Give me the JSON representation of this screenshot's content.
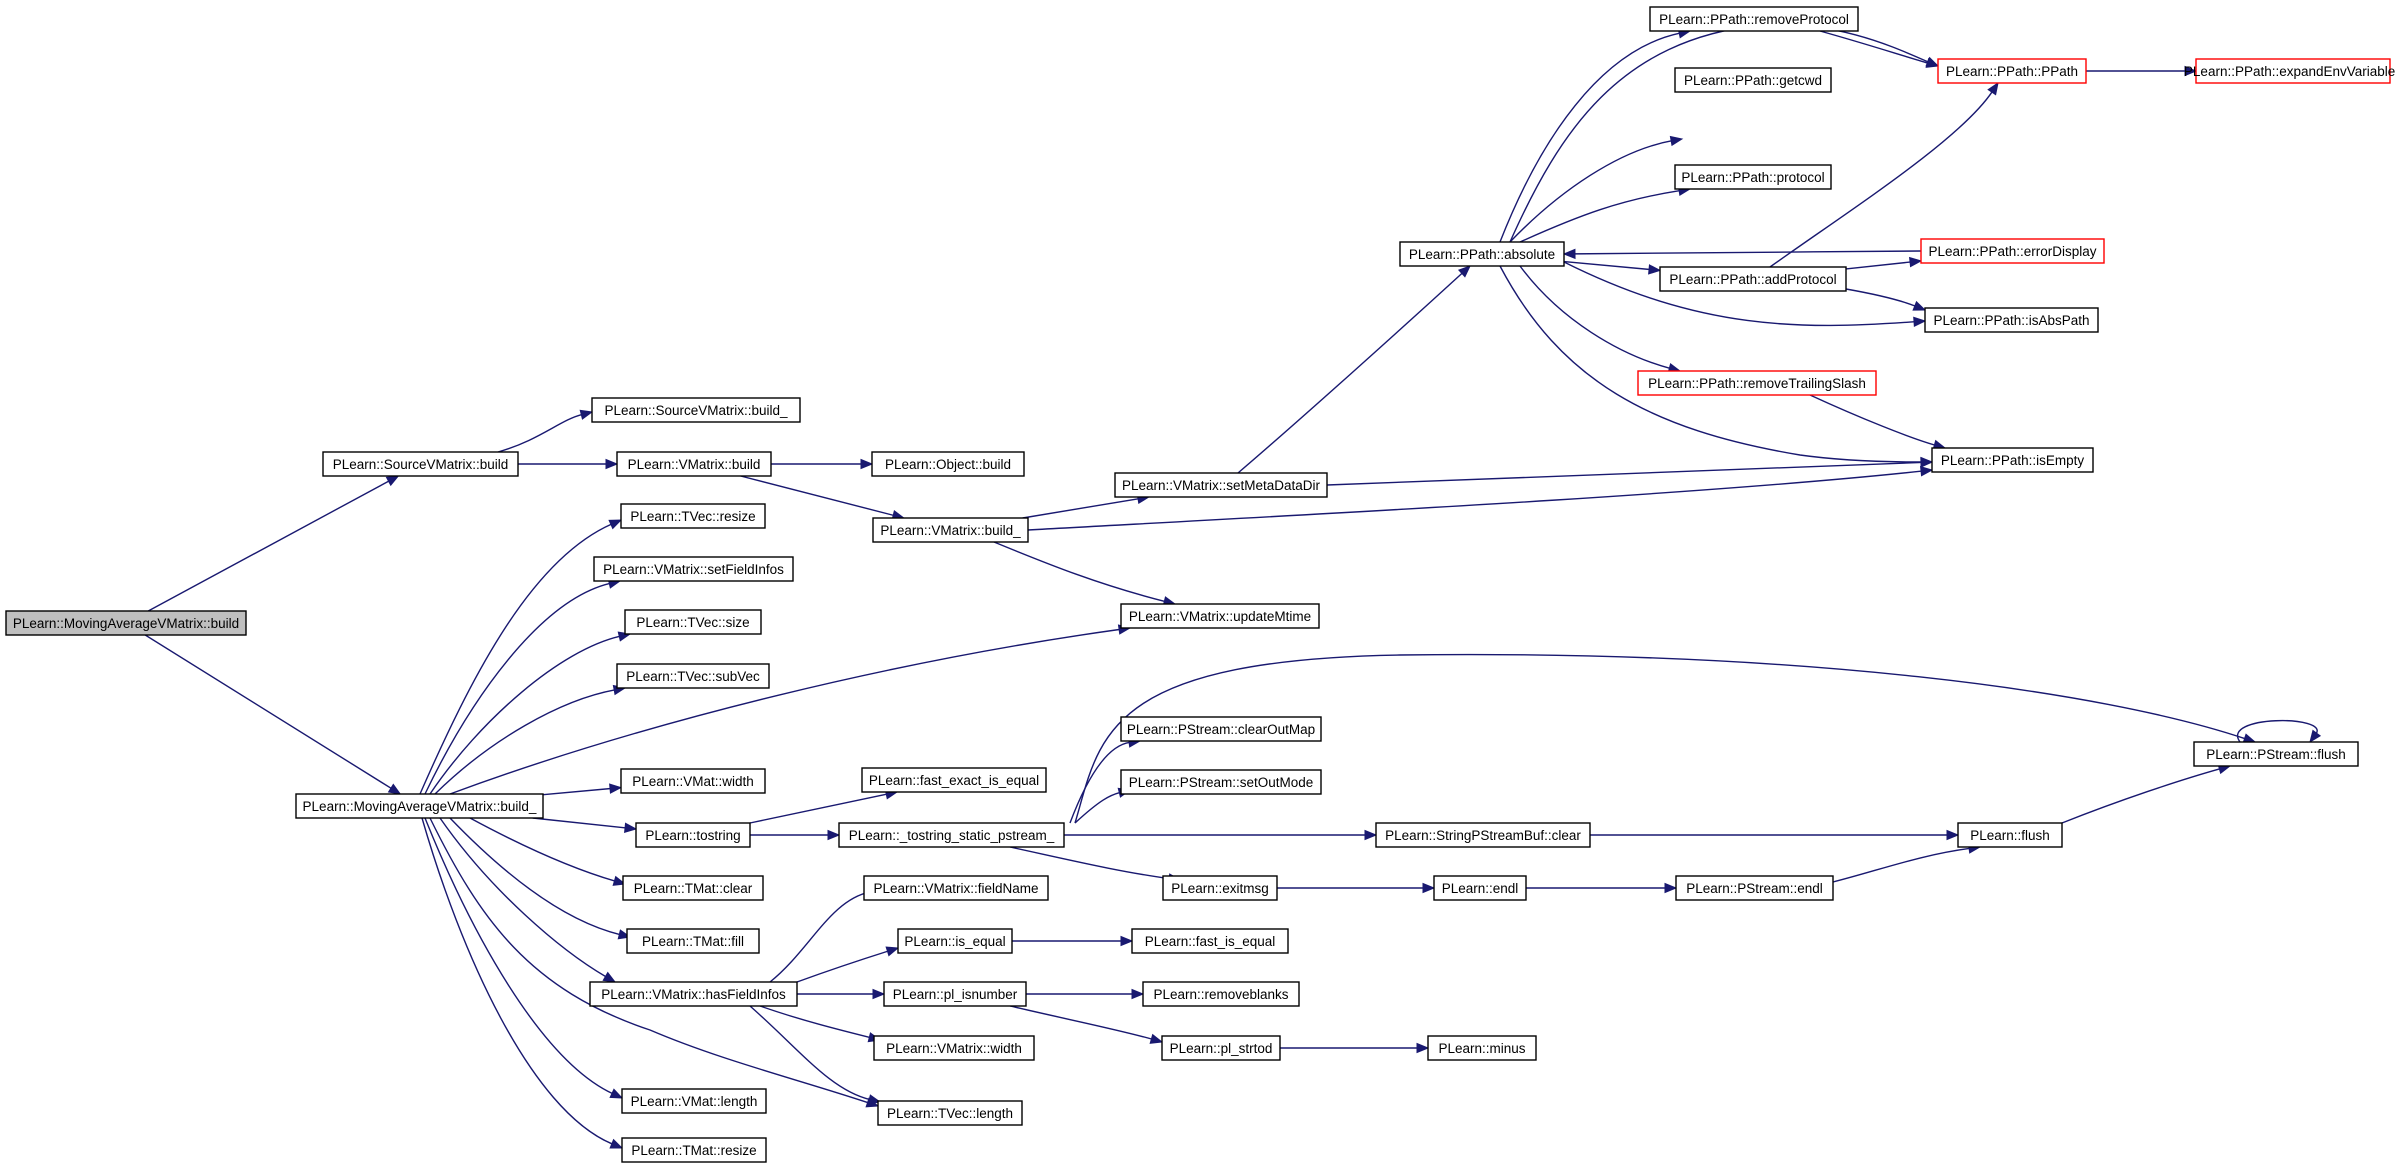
{
  "colors": {
    "edge": "#191970",
    "node_border": "#000000",
    "truncated_node_border": "#ff0000",
    "root_fill": "#bfbfbf",
    "node_fill": "#ffffff"
  },
  "nodes": {
    "mavm_build": "PLearn::MovingAverageVMatrix::build",
    "svm_build": "PLearn::SourceVMatrix::build",
    "svm_build_": "PLearn::SourceVMatrix::build_",
    "vm_build": "PLearn::VMatrix::build",
    "obj_build": "PLearn::Object::build",
    "vm_build_": "PLearn::VMatrix::build_",
    "vm_setmeta": "PLearn::VMatrix::setMetaDataDir",
    "vm_update": "PLearn::VMatrix::updateMtime",
    "pp_absolute": "PLearn::PPath::absolute",
    "pp_removeproto": "PLearn::PPath::removeProtocol",
    "pp_ppath": "PLearn::PPath::PPath",
    "pp_expand": "PLearn::PPath::expandEnvVariables",
    "pp_getcwd": "PLearn::PPath::getcwd",
    "pp_protocol": "PLearn::PPath::protocol",
    "pp_errdisplay": "PLearn::PPath::errorDisplay",
    "pp_addproto": "PLearn::PPath::addProtocol",
    "pp_isabs": "PLearn::PPath::isAbsPath",
    "pp_removetrail": "PLearn::PPath::removeTrailingSlash",
    "pp_isempty": "PLearn::PPath::isEmpty",
    "mavm_build_": "PLearn::MovingAverageVMatrix::build_",
    "tvec_resize": "PLearn::TVec::resize",
    "vm_setfield": "PLearn::VMatrix::setFieldInfos",
    "tvec_size": "PLearn::TVec::size",
    "tvec_subvec": "PLearn::TVec::subVec",
    "vmat_width": "PLearn::VMat::width",
    "tostring": "PLearn::tostring",
    "fast_exact": "PLearn::fast_exact_is_equal",
    "tostring_static": "PLearn::_tostring_static_pstream_",
    "ps_clearout": "PLearn::PStream::clearOutMap",
    "ps_setout": "PLearn::PStream::setOutMode",
    "spsb_clear": "PLearn::StringPStreamBuf::clear",
    "ps_flush": "PLearn::PStream::flush",
    "flush": "PLearn::flush",
    "exitmsg": "PLearn::exitmsg",
    "endl": "PLearn::endl",
    "ps_endl": "PLearn::PStream::endl",
    "tmat_clear": "PLearn::TMat::clear",
    "tmat_fill": "PLearn::TMat::fill",
    "vm_fieldname": "PLearn::VMatrix::fieldName",
    "is_equal": "PLearn::is_equal",
    "fast_is_equal": "PLearn::fast_is_equal",
    "vm_hasfield": "PLearn::VMatrix::hasFieldInfos",
    "pl_isnumber": "PLearn::pl_isnumber",
    "removeblanks": "PLearn::removeblanks",
    "vm_width": "PLearn::VMatrix::width",
    "pl_strtod": "PLearn::pl_strtod",
    "minus": "PLearn::minus",
    "vmat_length": "PLearn::VMat::length",
    "tvec_length": "PLearn::TVec::length",
    "tmat_resize": "PLearn::TMat::resize"
  },
  "highlighted_node": "mavm_build",
  "truncated_nodes": [
    "pp_ppath",
    "pp_expand",
    "pp_errdisplay",
    "pp_removetrail"
  ],
  "edges": [
    [
      "mavm_build",
      "svm_build"
    ],
    [
      "mavm_build",
      "mavm_build_"
    ],
    [
      "svm_build",
      "svm_build_"
    ],
    [
      "svm_build",
      "vm_build"
    ],
    [
      "vm_build",
      "obj_build"
    ],
    [
      "vm_build",
      "vm_build_"
    ],
    [
      "vm_build_",
      "vm_setmeta"
    ],
    [
      "vm_build_",
      "pp_isempty"
    ],
    [
      "vm_build_",
      "vm_update"
    ],
    [
      "vm_setmeta",
      "pp_absolute"
    ],
    [
      "vm_setmeta",
      "pp_isempty"
    ],
    [
      "pp_absolute",
      "pp_removeproto"
    ],
    [
      "pp_absolute",
      "pp_ppath"
    ],
    [
      "pp_absolute",
      "pp_getcwd"
    ],
    [
      "pp_absolute",
      "pp_protocol"
    ],
    [
      "pp_absolute",
      "pp_addproto"
    ],
    [
      "pp_absolute",
      "pp_isabs"
    ],
    [
      "pp_absolute",
      "pp_removetrail"
    ],
    [
      "pp_absolute",
      "pp_isempty"
    ],
    [
      "pp_removeproto",
      "pp_ppath"
    ],
    [
      "pp_ppath",
      "pp_expand"
    ],
    [
      "pp_addproto",
      "pp_ppath"
    ],
    [
      "pp_addproto",
      "pp_errdisplay"
    ],
    [
      "pp_addproto",
      "pp_isabs"
    ],
    [
      "pp_errdisplay",
      "pp_absolute"
    ],
    [
      "pp_removetrail",
      "pp_isempty"
    ],
    [
      "mavm_build_",
      "tvec_resize"
    ],
    [
      "mavm_build_",
      "vm_setfield"
    ],
    [
      "mavm_build_",
      "tvec_size"
    ],
    [
      "mavm_build_",
      "tvec_subvec"
    ],
    [
      "mavm_build_",
      "vm_update"
    ],
    [
      "mavm_build_",
      "vmat_width"
    ],
    [
      "mavm_build_",
      "tostring"
    ],
    [
      "mavm_build_",
      "tmat_clear"
    ],
    [
      "mavm_build_",
      "tmat_fill"
    ],
    [
      "mavm_build_",
      "vm_hasfield"
    ],
    [
      "mavm_build_",
      "tvec_length"
    ],
    [
      "mavm_build_",
      "vmat_length"
    ],
    [
      "mavm_build_",
      "tmat_resize"
    ],
    [
      "tostring",
      "fast_exact"
    ],
    [
      "tostring",
      "tostring_static"
    ],
    [
      "tostring_static",
      "ps_clearout"
    ],
    [
      "tostring_static",
      "ps_setout"
    ],
    [
      "tostring_static",
      "spsb_clear"
    ],
    [
      "tostring_static",
      "ps_flush"
    ],
    [
      "tostring_static",
      "exitmsg"
    ],
    [
      "spsb_clear",
      "flush"
    ],
    [
      "flush",
      "ps_flush"
    ],
    [
      "ps_flush",
      "ps_flush"
    ],
    [
      "exitmsg",
      "endl"
    ],
    [
      "endl",
      "ps_endl"
    ],
    [
      "ps_endl",
      "flush"
    ],
    [
      "vm_hasfield",
      "vm_fieldname"
    ],
    [
      "vm_hasfield",
      "is_equal"
    ],
    [
      "vm_hasfield",
      "pl_isnumber"
    ],
    [
      "vm_hasfield",
      "vm_width"
    ],
    [
      "vm_hasfield",
      "tvec_length"
    ],
    [
      "is_equal",
      "fast_is_equal"
    ],
    [
      "pl_isnumber",
      "removeblanks"
    ],
    [
      "pl_isnumber",
      "pl_strtod"
    ],
    [
      "pl_strtod",
      "minus"
    ]
  ]
}
